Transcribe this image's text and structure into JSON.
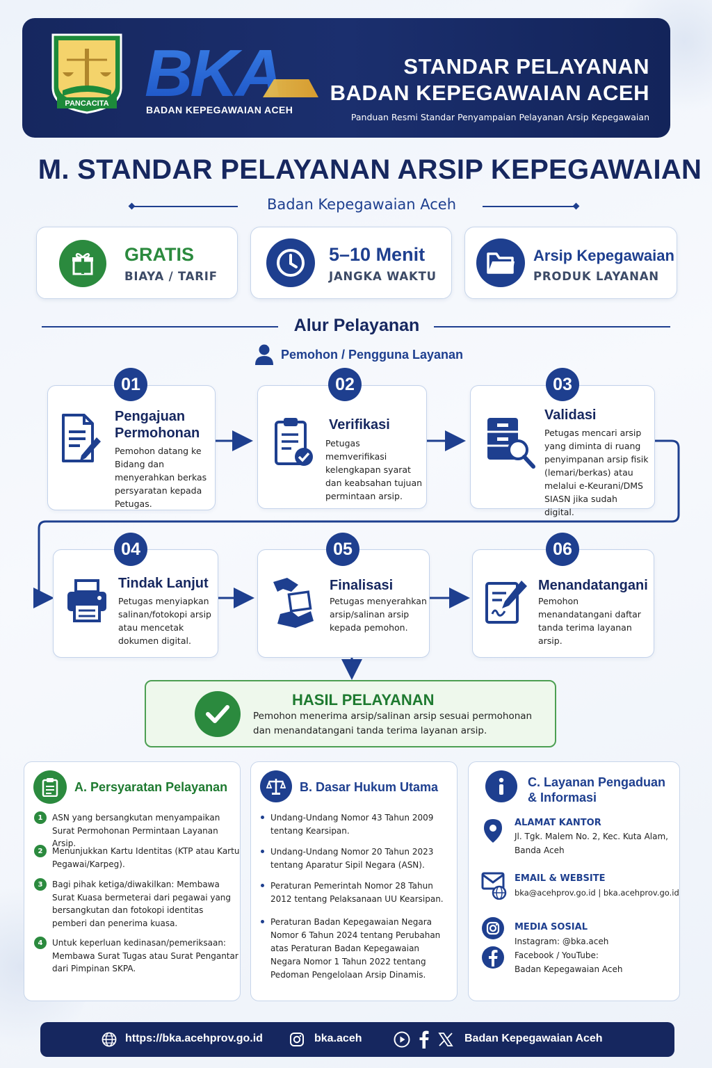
{
  "header": {
    "emblem_text": "PANCACITA",
    "logo_text": "BKA",
    "logo_subtitle": "BADAN KEPEGAWAIAN ACEH",
    "title_line1": "STANDAR PELAYANAN",
    "title_line2": "BADAN KEPEGAWAIAN ACEH",
    "subtitle": "Panduan Resmi Standar Penyampaian Pelayanan Arsip Kepegawaian"
  },
  "main_title": "M. STANDAR PELAYANAN ARSIP KEPEGAWAIAN",
  "org_subtitle": "Badan Kepegawaian Aceh",
  "info": [
    {
      "main": "GRATIS",
      "sub": "BIAYA / TARIF",
      "icon": "gift-icon",
      "color": "#2b8a3e"
    },
    {
      "main": "5–10 Menit",
      "sub": "JANGKA WAKTU",
      "icon": "clock-icon",
      "color": "#1e3f8f"
    },
    {
      "main": "Arsip Kepegawaian",
      "sub": "PRODUK LAYANAN",
      "icon": "folder-icon",
      "color": "#1e3f8f"
    }
  ],
  "flow": {
    "title": "Alur Pelayanan",
    "actor": "Pemohon / Pengguna Layanan",
    "steps": [
      {
        "num": "01",
        "title": "Pengajuan Permohonan",
        "desc": "Pemohon datang ke Bidang dan menyerahkan berkas persyaratan kepada Petugas."
      },
      {
        "num": "02",
        "title": "Verifikasi",
        "desc": "Petugas memverifikasi kelengkapan syarat dan keabsahan tujuan permintaan arsip."
      },
      {
        "num": "03",
        "title": "Validasi",
        "desc": "Petugas mencari arsip yang diminta di ruang penyimpanan arsip fisik (lemari/berkas) atau melalui e-Keurani/DMS SIASN jika sudah digital."
      },
      {
        "num": "04",
        "title": "Tindak Lanjut",
        "desc": "Petugas menyiapkan salinan/fotokopi arsip atau mencetak dokumen digital."
      },
      {
        "num": "05",
        "title": "Finalisasi",
        "desc": "Petugas menyerahkan arsip/salinan arsip kepada pemohon."
      },
      {
        "num": "06",
        "title": "Menandatangani",
        "desc": "Pemohon menandatangani daftar tanda terima layanan arsip."
      }
    ]
  },
  "result": {
    "title": "HASIL PELAYANAN",
    "desc": "Pemohon menerima arsip/salinan arsip sesuai permohonan dan menandatangani tanda terima layanan arsip."
  },
  "requirements": {
    "title": "A. Persyaratan Pelayanan",
    "items": [
      "ASN yang bersangkutan menyampaikan Surat Permohonan Permintaan Layanan Arsip.",
      "Menunjukkan Kartu Identitas (KTP atau Kartu Pegawai/Karpeg).",
      "Bagi pihak ketiga/diwakilkan: Membawa Surat Kuasa bermeterai dari pegawai yang bersangkutan dan fotokopi identitas pemberi dan penerima kuasa.",
      "Untuk keperluan kedinasan/pemeriksaan: Membawa Surat Tugas atau Surat Pengantar dari Pimpinan SKPA."
    ]
  },
  "laws": {
    "title": "B. Dasar Hukum Utama",
    "items": [
      "Undang-Undang Nomor 43 Tahun 2009 tentang Kearsipan.",
      "Undang-Undang Nomor 20 Tahun 2023 tentang Aparatur Sipil Negara (ASN).",
      "Peraturan Pemerintah Nomor 28 Tahun 2012 tentang Pelaksanaan UU Kearsipan.",
      "Peraturan Badan Kepegawaian Negara Nomor 6 Tahun 2024 tentang Perubahan atas Peraturan Badan Kepegawaian Negara Nomor 1 Tahun 2022 tentang Pedoman Pengelolaan Arsip Dinamis."
    ]
  },
  "contact": {
    "title": "C. Layanan Pengaduan & Informasi",
    "address_label": "ALAMAT KANTOR",
    "address": "Jl. Tgk. Malem No. 2, Kec. Kuta Alam, Banda Aceh",
    "email_label": "EMAIL & WEBSITE",
    "email": "bka@acehprov.go.id | bka.acehprov.go.id",
    "social_label": "MEDIA SOSIAL",
    "instagram": "Instagram: @bka.aceh",
    "facebook": "Facebook / YouTube:",
    "facebook_name": "Badan Kepegawaian Aceh"
  },
  "footer": {
    "website": "https://bka.acehprov.go.id",
    "instagram": "bka.aceh",
    "socials": "Badan Kepegawaian Aceh"
  }
}
